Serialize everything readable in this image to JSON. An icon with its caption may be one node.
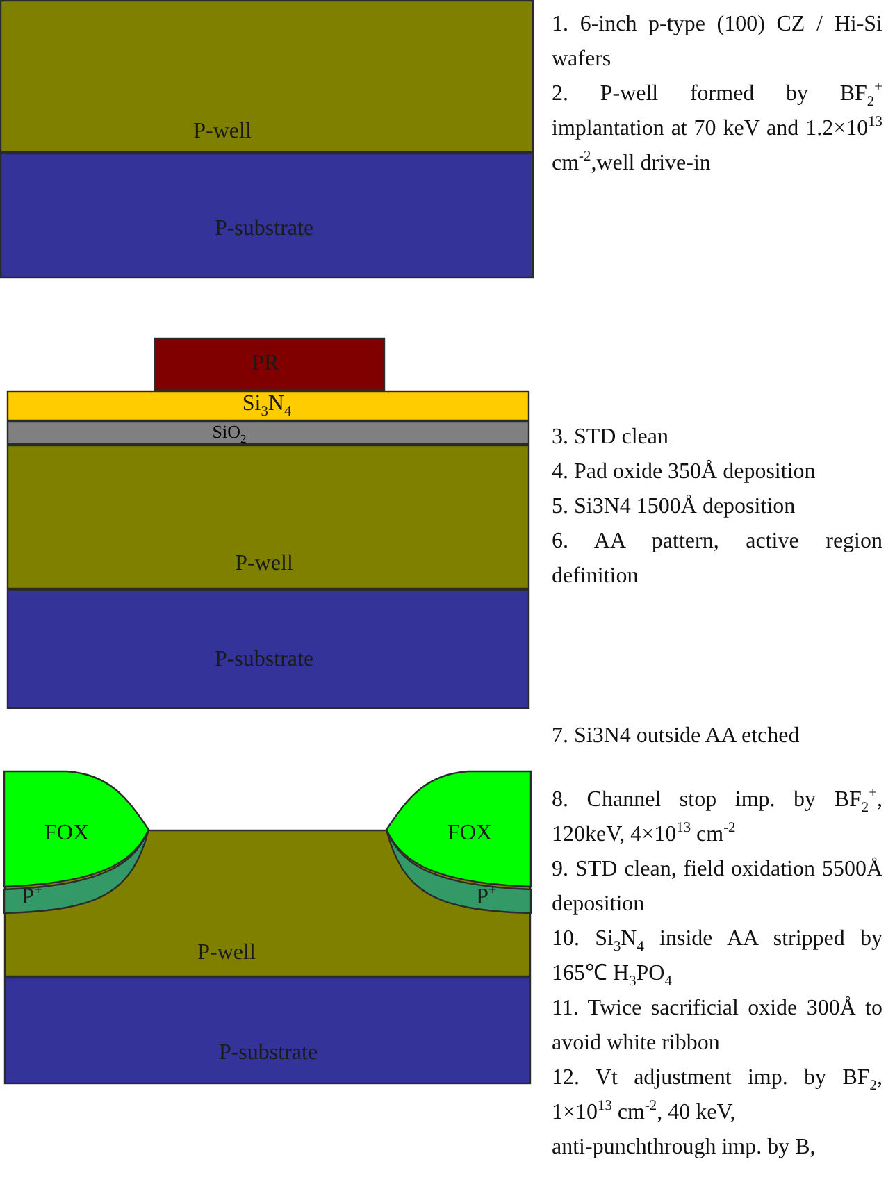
{
  "diagram": {
    "nodes": [
      {
        "text": [
          "P-well"
        ]
      },
      {
        "text": [
          "P-substrate"
        ]
      },
      {
        "text": [
          "PR"
        ]
      },
      {
        "text": [
          "Si$_{3}$N$_{4}$"
        ]
      },
      {
        "text": [
          "SiO$_{2}$"
        ]
      },
      {
        "text": [
          "P-well"
        ]
      },
      {
        "text": [
          "P-substrate"
        ]
      },
      {
        "text": [
          "FOX"
        ]
      },
      {
        "text": [
          "FOX"
        ]
      },
      {
        "text": [
          "P$^{+}$"
        ],
        "in": 11
      },
      {
        "text": [
          "P$^{+}$"
        ],
        "in": 11
      },
      {
        "text": [
          "P-well"
        ]
      },
      {
        "text": [
          "P-substrate"
        ]
      }
    ],
    "labels": [
      "1. 6-inch p-type (100) CZ / Hi-Si wafers",
      "2. P-well formed by BF$_{2}$$^{+}$ implantation at 70 keV and 1.2×10$^{13}$ cm$^{-2}$,well drive-in",
      "3. STD clean",
      "4. Pad oxide 350Å deposition",
      "5. Si3N4 1500Å deposition",
      "6. AA pattern, active region definition",
      "7. Si3N4 outside AA etched",
      "8. Channel stop imp. by BF$_{2}$$^{+}$, 120keV, 4×10$^{13}$ cm$^{-2}$",
      "9. STD clean, field oxidation 5500Å deposition",
      "10. Si$_{3}$N$_{4}$ inside AA stripped by 165℃ H$_{3}$PO$_{4}$",
      "11. Twice sacrificial oxide 300Å to avoid white ribbon",
      "12. Vt adjustment imp. by BF$_{2}$, 1×10$^{13}$ cm$^{-2}$, 40 keV,",
      "anti-punchthrough imp. by B,"
    ]
  }
}
